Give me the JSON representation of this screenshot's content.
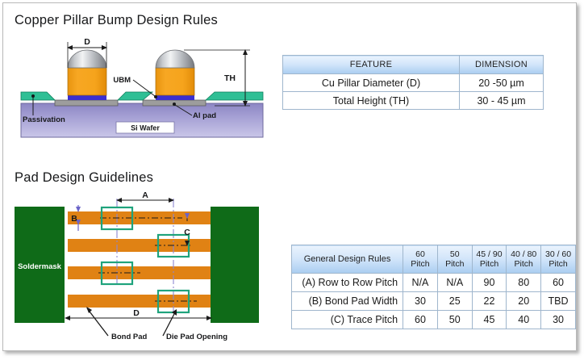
{
  "sections": {
    "bump": {
      "heading": "Copper Pillar Bump Design Rules",
      "diagram_labels": {
        "d": "D",
        "th": "TH",
        "ubm": "UBM",
        "al_pad": "Al pad",
        "passivation": "Passivation",
        "si_wafer": "Si Wafer"
      }
    },
    "pad": {
      "heading": "Pad Design Guidelines",
      "diagram_labels": {
        "a": "A",
        "b": "B",
        "c": "C",
        "d": "D",
        "soldermask": "Soldermask",
        "bond_pad": "Bond Pad",
        "die_pad_opening": "Die Pad Opening"
      }
    }
  },
  "feature_table": {
    "headers": [
      "FEATURE",
      "DIMENSION"
    ],
    "rows": [
      {
        "feature": "Cu Pillar Diameter (D)",
        "dimension": "20 -50 µm"
      },
      {
        "feature": "Total Height (TH)",
        "dimension": "30 - 45 µm"
      }
    ]
  },
  "rules_table": {
    "corner_header": "General Design Rules",
    "column_headers": [
      {
        "line1": "60",
        "line2": "Pitch"
      },
      {
        "line1": "50",
        "line2": "Pitch"
      },
      {
        "line1": "45 / 90",
        "line2": "Pitch"
      },
      {
        "line1": "40 / 80",
        "line2": "Pitch"
      },
      {
        "line1": "30 / 60",
        "line2": "Pitch"
      }
    ],
    "rows": [
      {
        "label": "(A) Row to Row Pitch",
        "values": [
          "N/A",
          "N/A",
          "90",
          "80",
          "60"
        ]
      },
      {
        "label": "(B) Bond Pad Width",
        "values": [
          "30",
          "25",
          "22",
          "20",
          "TBD"
        ]
      },
      {
        "label": "(C) Trace Pitch",
        "values": [
          "60",
          "50",
          "45",
          "40",
          "30"
        ]
      }
    ]
  },
  "colors": {
    "copper": "#f5a11b",
    "solder_cap": "#b9bcc0",
    "ubm": "#3b2fd0",
    "al_pad": "#9a9a9a",
    "passivation": "#2fbf95",
    "wafer": "#aaa5d8",
    "soldermask": "#0f6b18",
    "trace": "#e08214",
    "opening": "#1fa37c",
    "header_blue": "#aacdf0",
    "border_blue": "#9fb6cd"
  }
}
